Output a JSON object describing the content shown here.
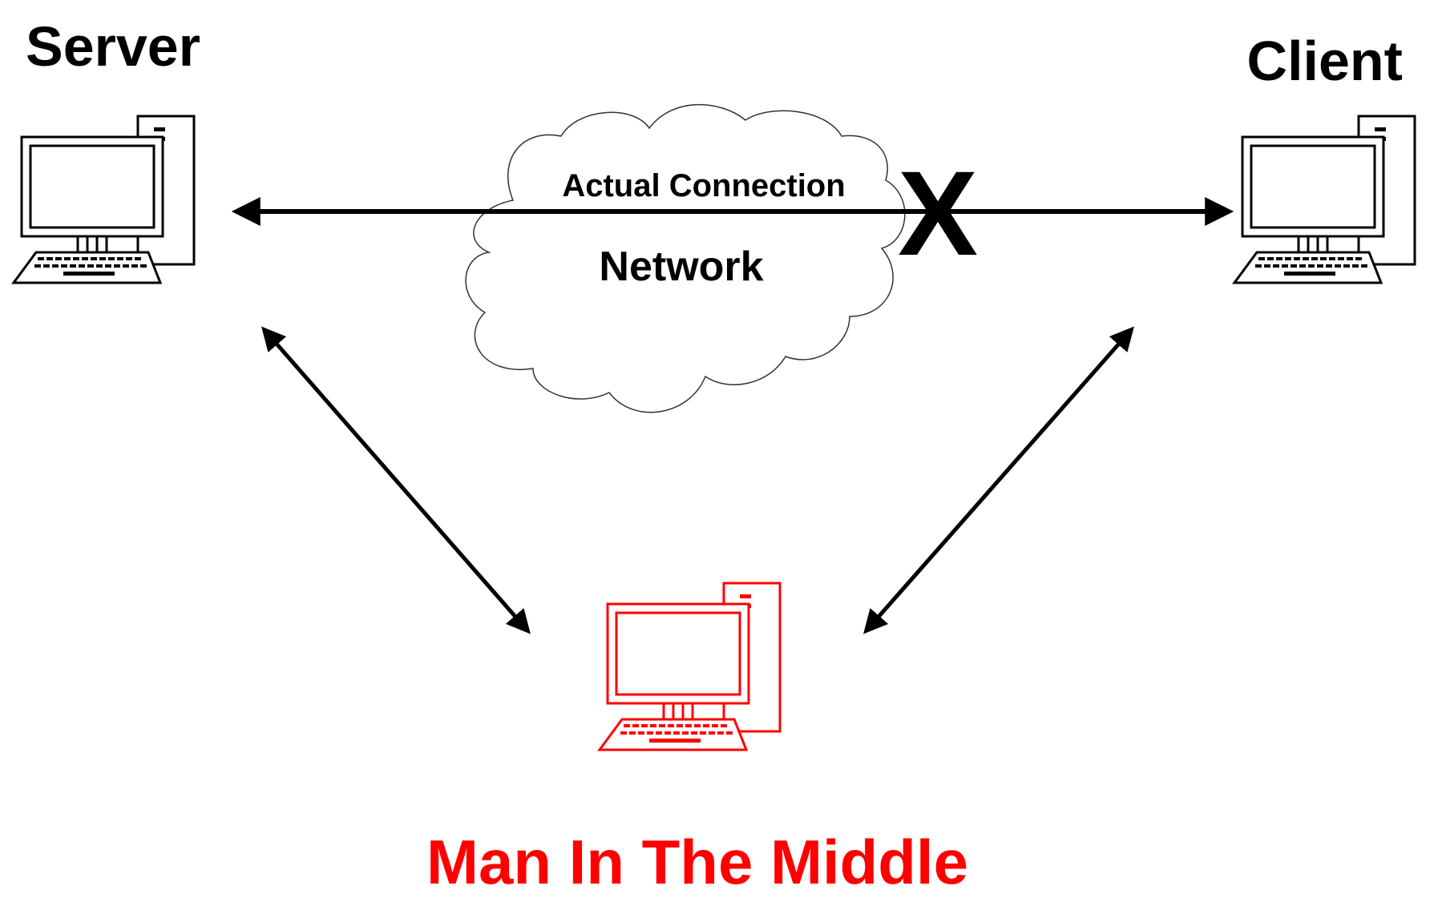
{
  "diagram": {
    "nodes": {
      "server": {
        "label": "Server",
        "icon": "desktop-computer-icon"
      },
      "client": {
        "label": "Client",
        "icon": "desktop-computer-icon"
      },
      "attacker": {
        "label": "Man In The Middle",
        "icon": "desktop-computer-icon"
      }
    },
    "network": {
      "label": "Network",
      "icon": "cloud-icon",
      "connection_label": "Actual Connection",
      "break_mark": "X"
    },
    "colors": {
      "default": "#000000",
      "attacker": "#ff0000",
      "background": "#ffffff"
    }
  }
}
